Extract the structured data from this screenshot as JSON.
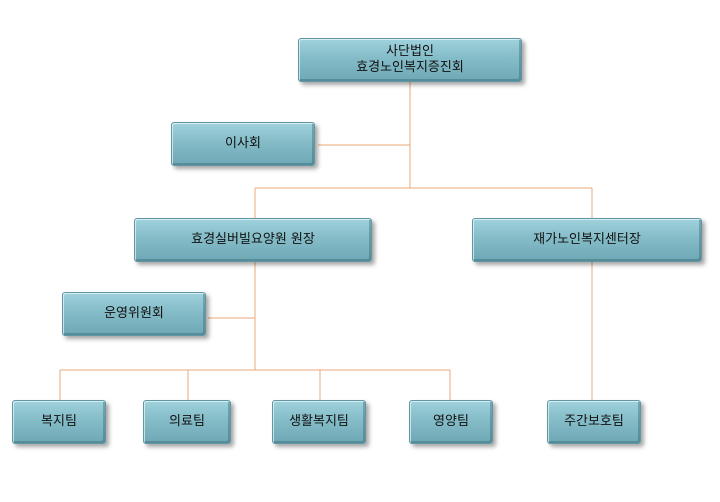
{
  "org": {
    "top": {
      "line1": "사단법인",
      "line2": "효경노인복지증진회"
    },
    "board": "이사회",
    "director": "효경실버빌요양원 원장",
    "center": "재가노인복지센터장",
    "committee": "운영위원회",
    "teams": [
      "복지팀",
      "의료팀",
      "생활복지팀",
      "영양팀"
    ],
    "daycare": "주간보호팀"
  },
  "colors": {
    "box": "#84bcc8",
    "line": "#e8a878"
  }
}
